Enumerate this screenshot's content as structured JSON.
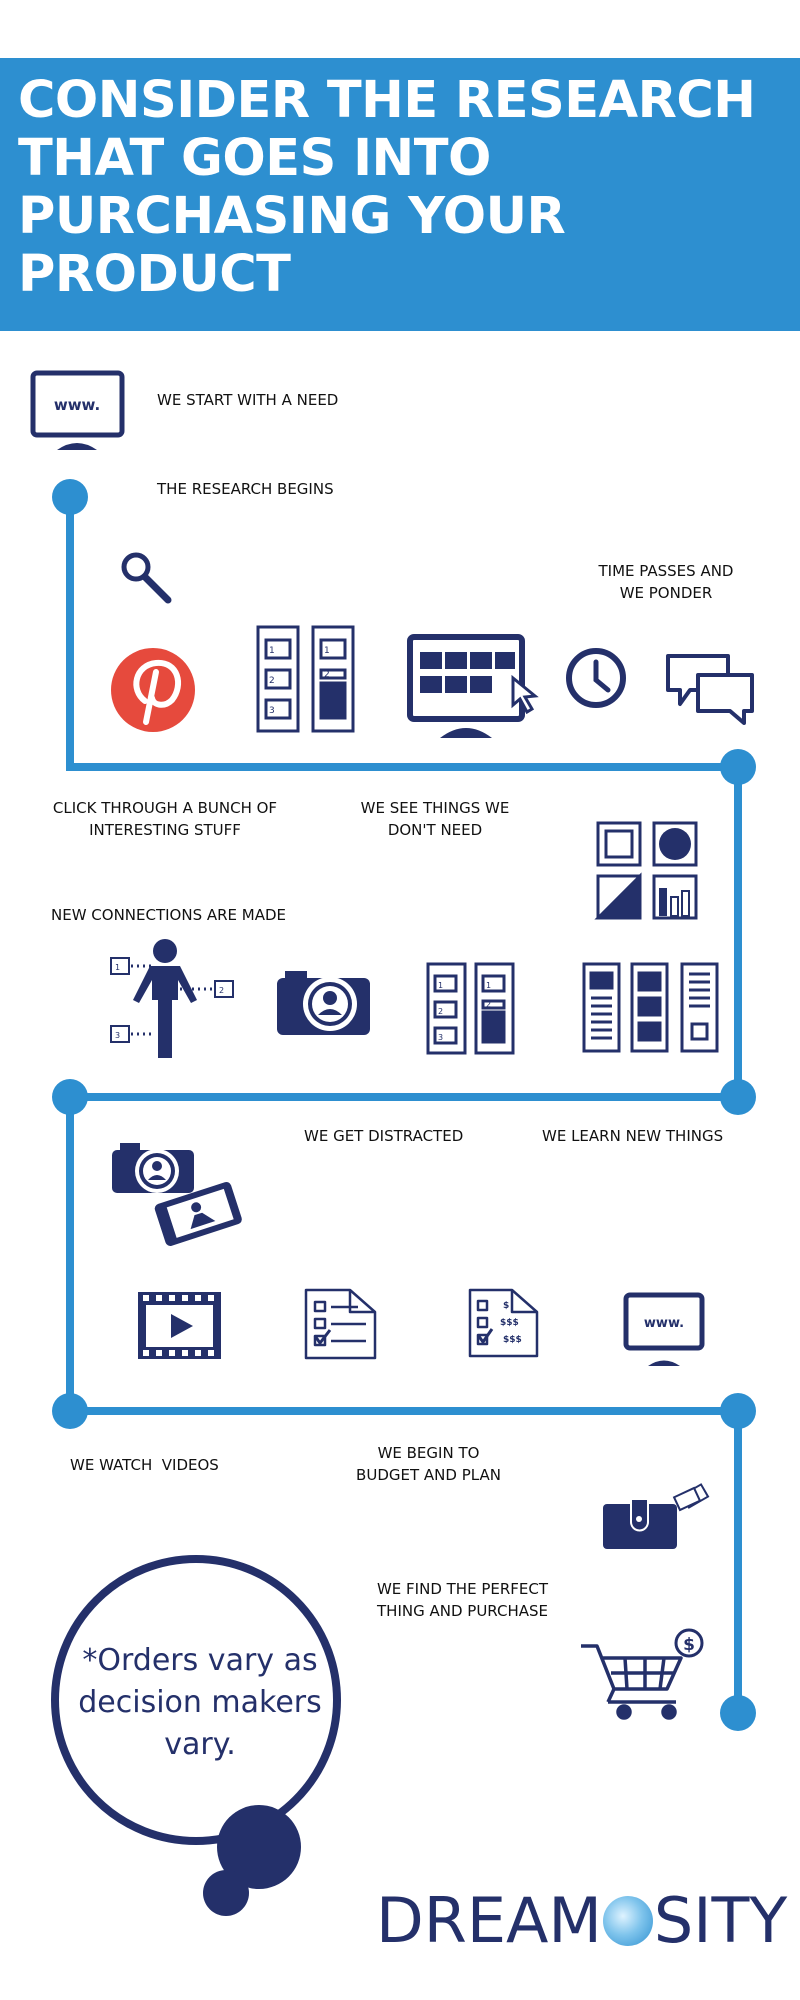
{
  "header": {
    "title": "CONSIDER THE RESEARCH THAT GOES INTO PURCHASING YOUR PRODUCT"
  },
  "colors": {
    "banner": "#2d8fd0",
    "navy": "#24306a",
    "path": "#2d8fd0",
    "pinterest": "#e64a3d"
  },
  "steps": [
    {
      "text": "WE START WITH A NEED"
    },
    {
      "text": "THE RESEARCH BEGINS"
    },
    {
      "text": "TIME PASSES AND\nWE PONDER"
    },
    {
      "text": "CLICK THROUGH A BUNCH OF\nINTERESTING STUFF"
    },
    {
      "text": "WE SEE THINGS WE\nDON'T NEED"
    },
    {
      "text": "NEW CONNECTIONS ARE MADE"
    },
    {
      "text": "WE GET DISTRACTED"
    },
    {
      "text": "WE LEARN NEW THINGS"
    },
    {
      "text": "WE WATCH  VIDEOS"
    },
    {
      "text": "WE BEGIN TO\nBUDGET AND PLAN"
    },
    {
      "text": "WE FIND THE PERFECT\nTHING AND PURCHASE"
    }
  ],
  "icons": {
    "www_label": "www.",
    "www_label_2": "www.",
    "list_numbers": [
      "1",
      "2",
      "3"
    ],
    "dollar_symbol": "$",
    "dollar_marks": [
      "$",
      "$$$",
      "$$$"
    ]
  },
  "note": "*Orders vary as decision makers vary.",
  "brand": {
    "pre": "DREAM",
    "post": "SITY"
  }
}
